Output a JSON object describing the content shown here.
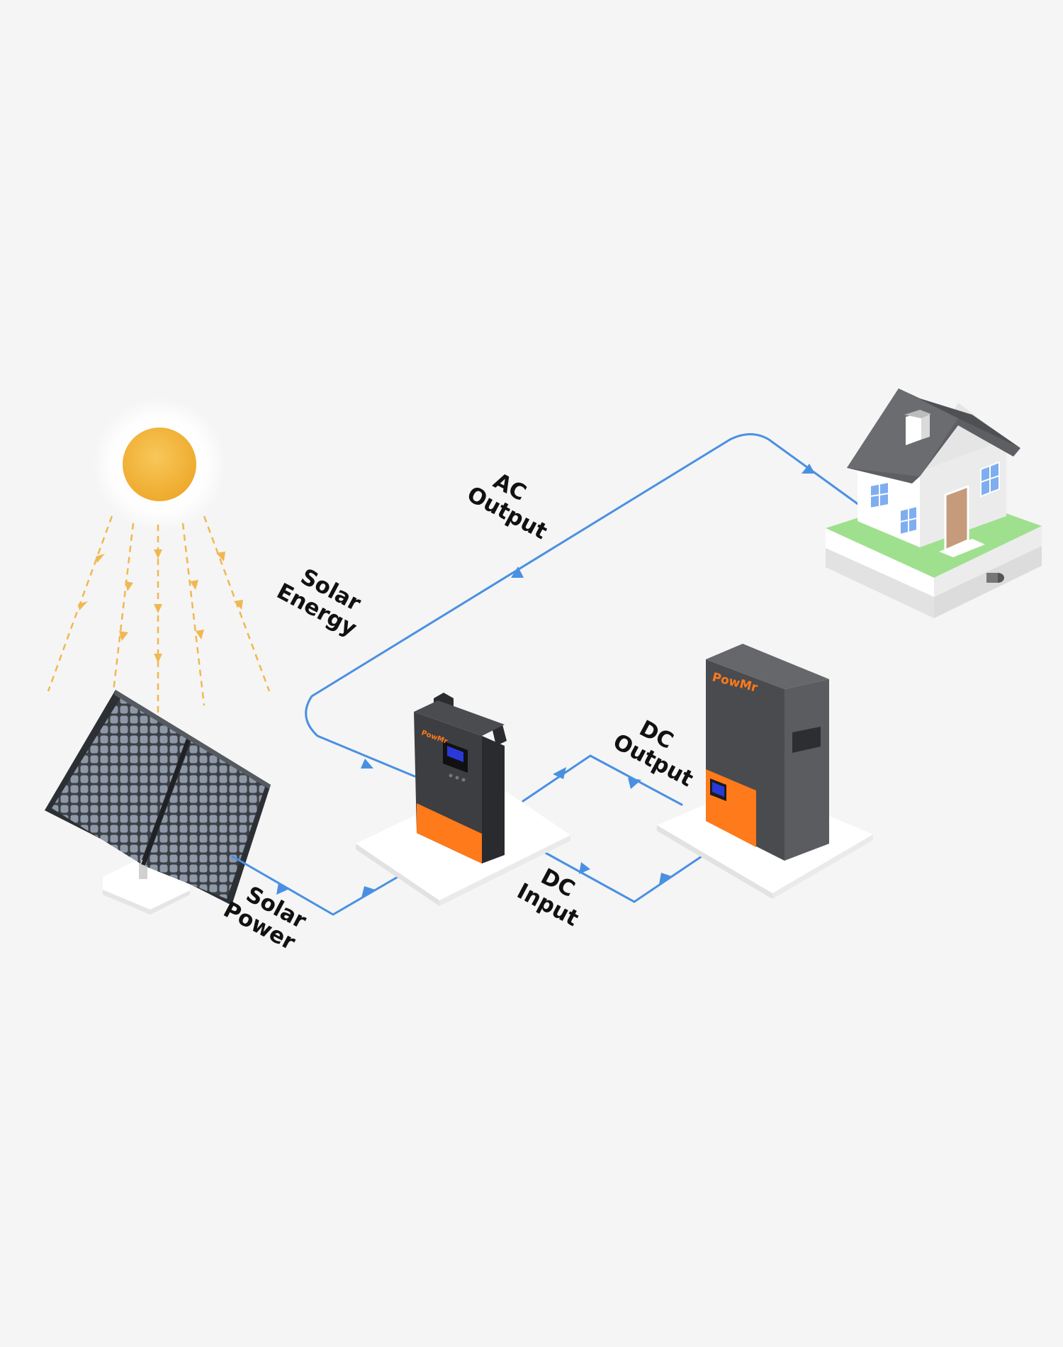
{
  "labels": {
    "solar_energy": [
      "Solar",
      "Energy"
    ],
    "ac_output": [
      "AC",
      "Output"
    ],
    "dc_output": [
      "DC",
      "Output"
    ],
    "dc_input": [
      "DC",
      "Input"
    ],
    "solar_power": [
      "Solar",
      "Power"
    ]
  },
  "brand": {
    "battery_logo": "PowMr",
    "inverter_logo": "PowMr"
  },
  "colors": {
    "background": "#f5f5f5",
    "flow_line": "#4a90e2",
    "sun": "#f4b63a",
    "sun_rays": "#f0b850",
    "device_body": "#3d3e42",
    "accent_orange": "#ff7a1a",
    "grass": "#9fe08f",
    "roof": "#5d5f63"
  },
  "icons": [
    "sun-icon",
    "solar-panel-icon",
    "inverter-icon",
    "battery-icon",
    "house-icon"
  ]
}
